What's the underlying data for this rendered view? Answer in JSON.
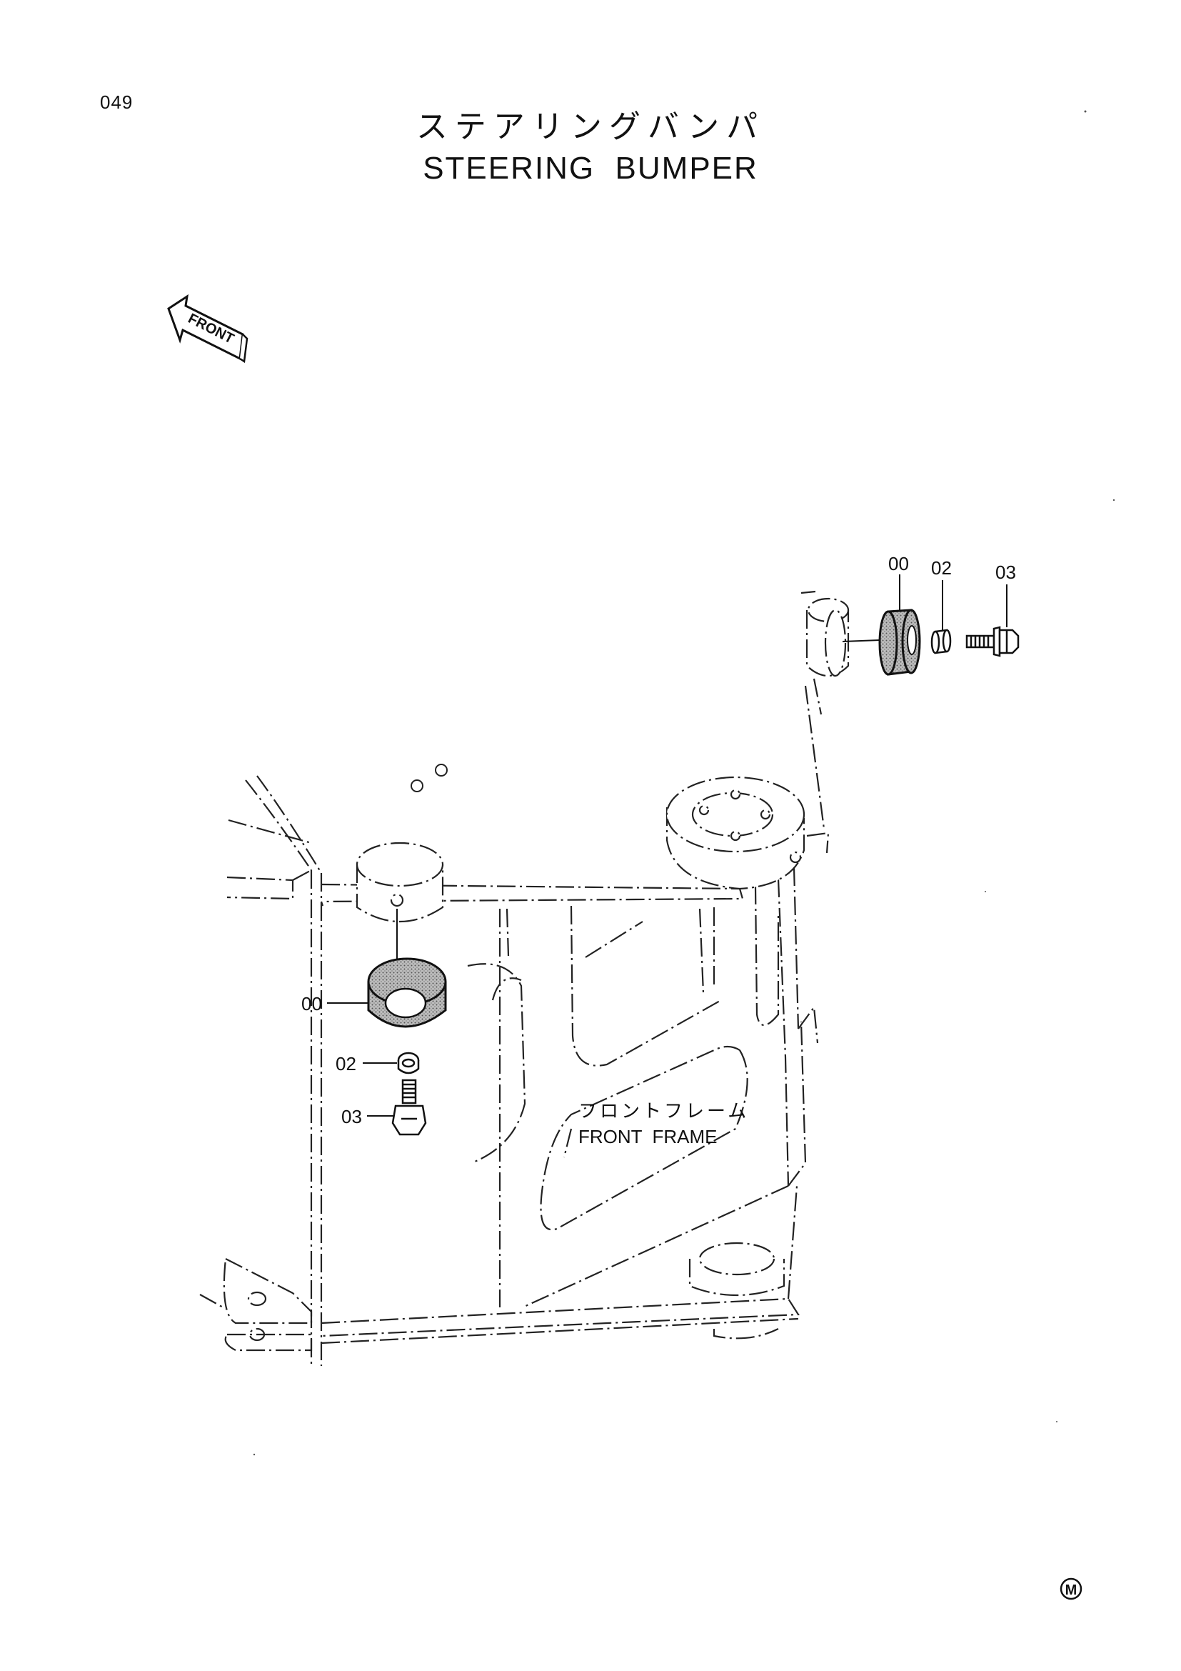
{
  "page_number": "049",
  "title_jp": "ステアリングバンパ",
  "title_en": "STEERING  BUMPER",
  "front_arrow_label": "FRONT",
  "frame_label_jp": "フロントフレーム",
  "frame_label_en": "FRONT  FRAME",
  "callouts": {
    "upper": [
      "00",
      "02",
      "03"
    ],
    "lower": [
      "00",
      "02",
      "03"
    ]
  },
  "mark": "M"
}
